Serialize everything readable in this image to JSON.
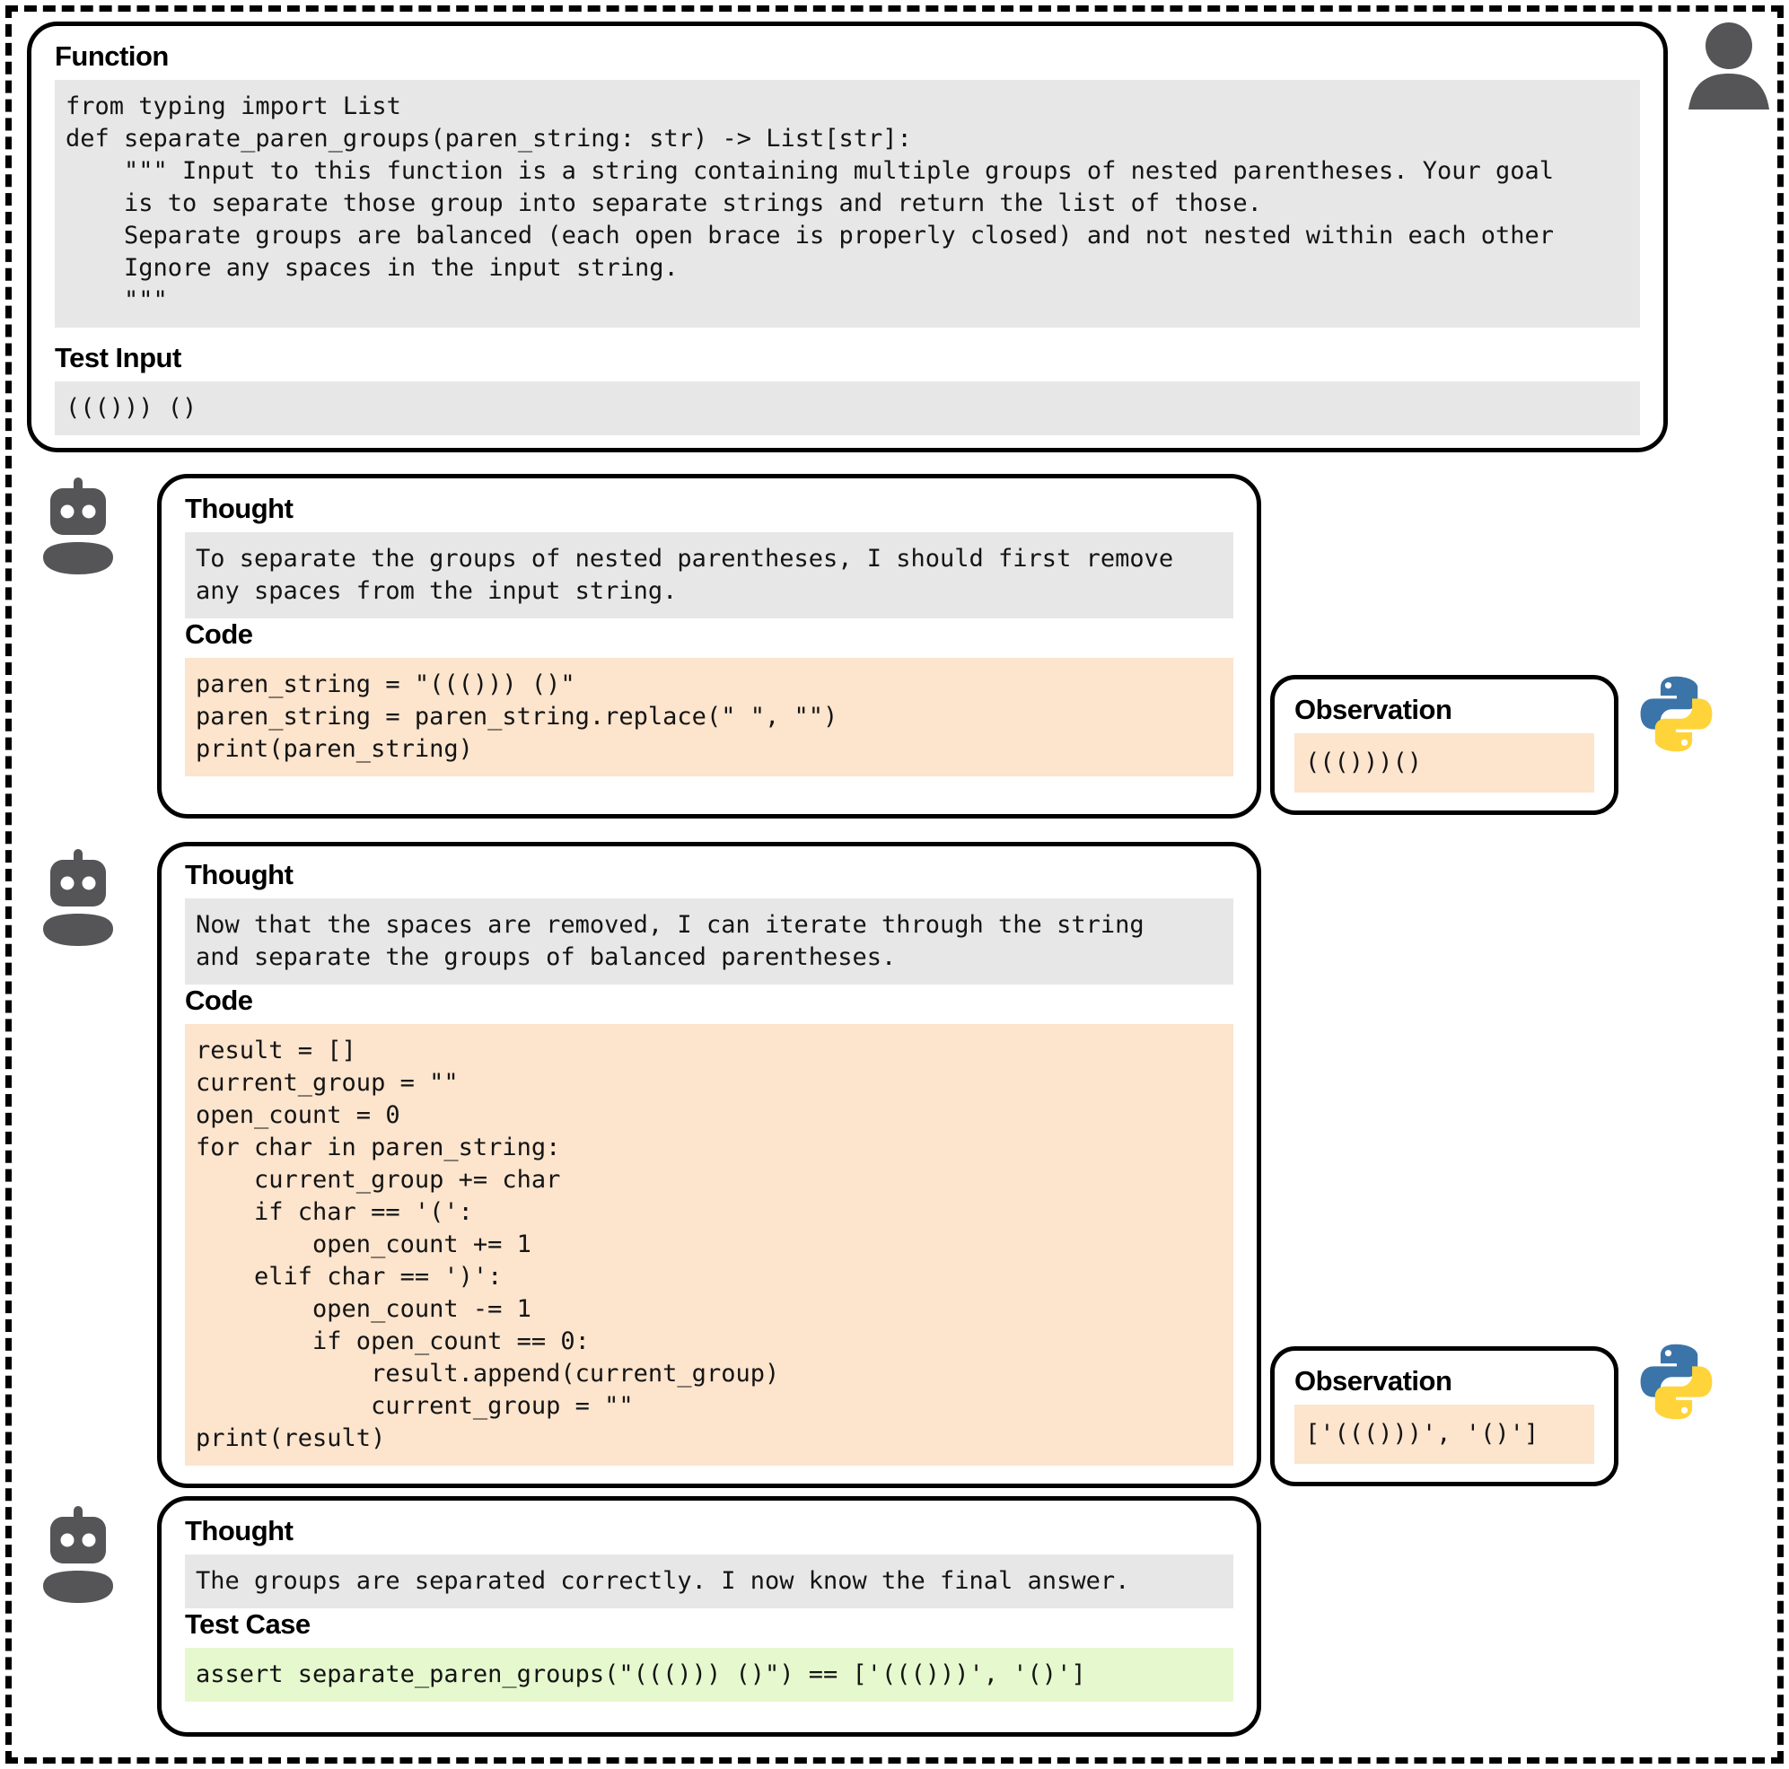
{
  "figure": {
    "kind": "agent-reasoning-trace"
  },
  "colors": {
    "panel_border": "#000000",
    "gray_block": "#e7e7e7",
    "peach_block": "#fce4cd",
    "green_block": "#e6f9ce",
    "icon_gray": "#555558",
    "python_blue": "#3b74a8",
    "python_yellow": "#ffd43b"
  },
  "function_panel": {
    "title": "Function",
    "code_lines": [
      "from typing import List",
      "def separate_paren_groups(paren_string: str) -> List[str]:",
      "    \"\"\" Input to this function is a string containing multiple groups of nested parentheses. Your goal",
      "    is to separate those group into separate strings and return the list of those.",
      "    Separate groups are balanced (each open brace is properly closed) and not nested within each other",
      "    Ignore any spaces in the input string.",
      "    \"\"\""
    ],
    "test_input_label": "Test Input",
    "test_input_value": "((())) ()"
  },
  "steps": [
    {
      "thought_label": "Thought",
      "thought_lines": [
        "To separate the groups of nested parentheses, I should first remove",
        "any spaces from the input string."
      ],
      "code_label": "Code",
      "code_lines": [
        "paren_string = \"((())) ()\"",
        "paren_string = paren_string.replace(\" \", \"\")",
        "print(paren_string)"
      ]
    },
    {
      "thought_label": "Thought",
      "thought_lines": [
        "Now that the spaces are removed, I can iterate through the string",
        "and separate the groups of balanced parentheses."
      ],
      "code_label": "Code",
      "code_lines": [
        "result = []",
        "current_group = \"\"",
        "open_count = 0",
        "for char in paren_string:",
        "    current_group += char",
        "    if char == '(':",
        "        open_count += 1",
        "    elif char == ')':",
        "        open_count -= 1",
        "        if open_count == 0:",
        "            result.append(current_group)",
        "            current_group = \"\"",
        "print(result)"
      ]
    },
    {
      "thought_label": "Thought",
      "thought_lines": [
        "The groups are separated correctly. I now know the final answer."
      ],
      "test_case_label": "Test Case",
      "test_case_value": "assert separate_paren_groups(\"((())) ()\") == ['((()))', '()']"
    }
  ],
  "observations": [
    {
      "label": "Observation",
      "value": "((()))()"
    },
    {
      "label": "Observation",
      "value": "['((()))', '()']"
    }
  ],
  "icons": {
    "user": "user-icon",
    "robot": "robot-icon",
    "python": "python-logo-icon"
  }
}
